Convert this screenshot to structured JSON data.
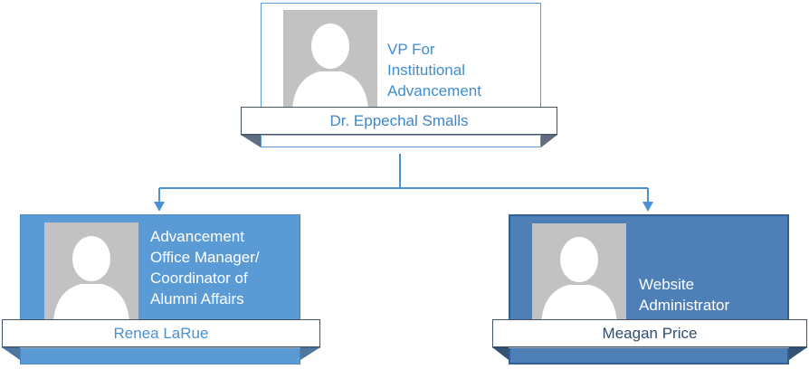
{
  "org_chart": {
    "root": {
      "title": "VP For\nInstitutional\nAdvancement",
      "name": "Dr. Eppechal Smalls"
    },
    "children": [
      {
        "title": "Advancement\nOffice Manager/\nCoordinator of\nAlumni Affairs",
        "name": "Renea LaRue"
      },
      {
        "title": "Website\nAdministrator",
        "name": "Meagan Price"
      }
    ]
  },
  "colors": {
    "connector": "#4a90d2",
    "card_light": "#5b9bd5",
    "card_dark": "#4f7fb7",
    "photo_placeholder": "#c2c2c2"
  },
  "icons": {
    "photo": "person-silhouette-icon"
  }
}
